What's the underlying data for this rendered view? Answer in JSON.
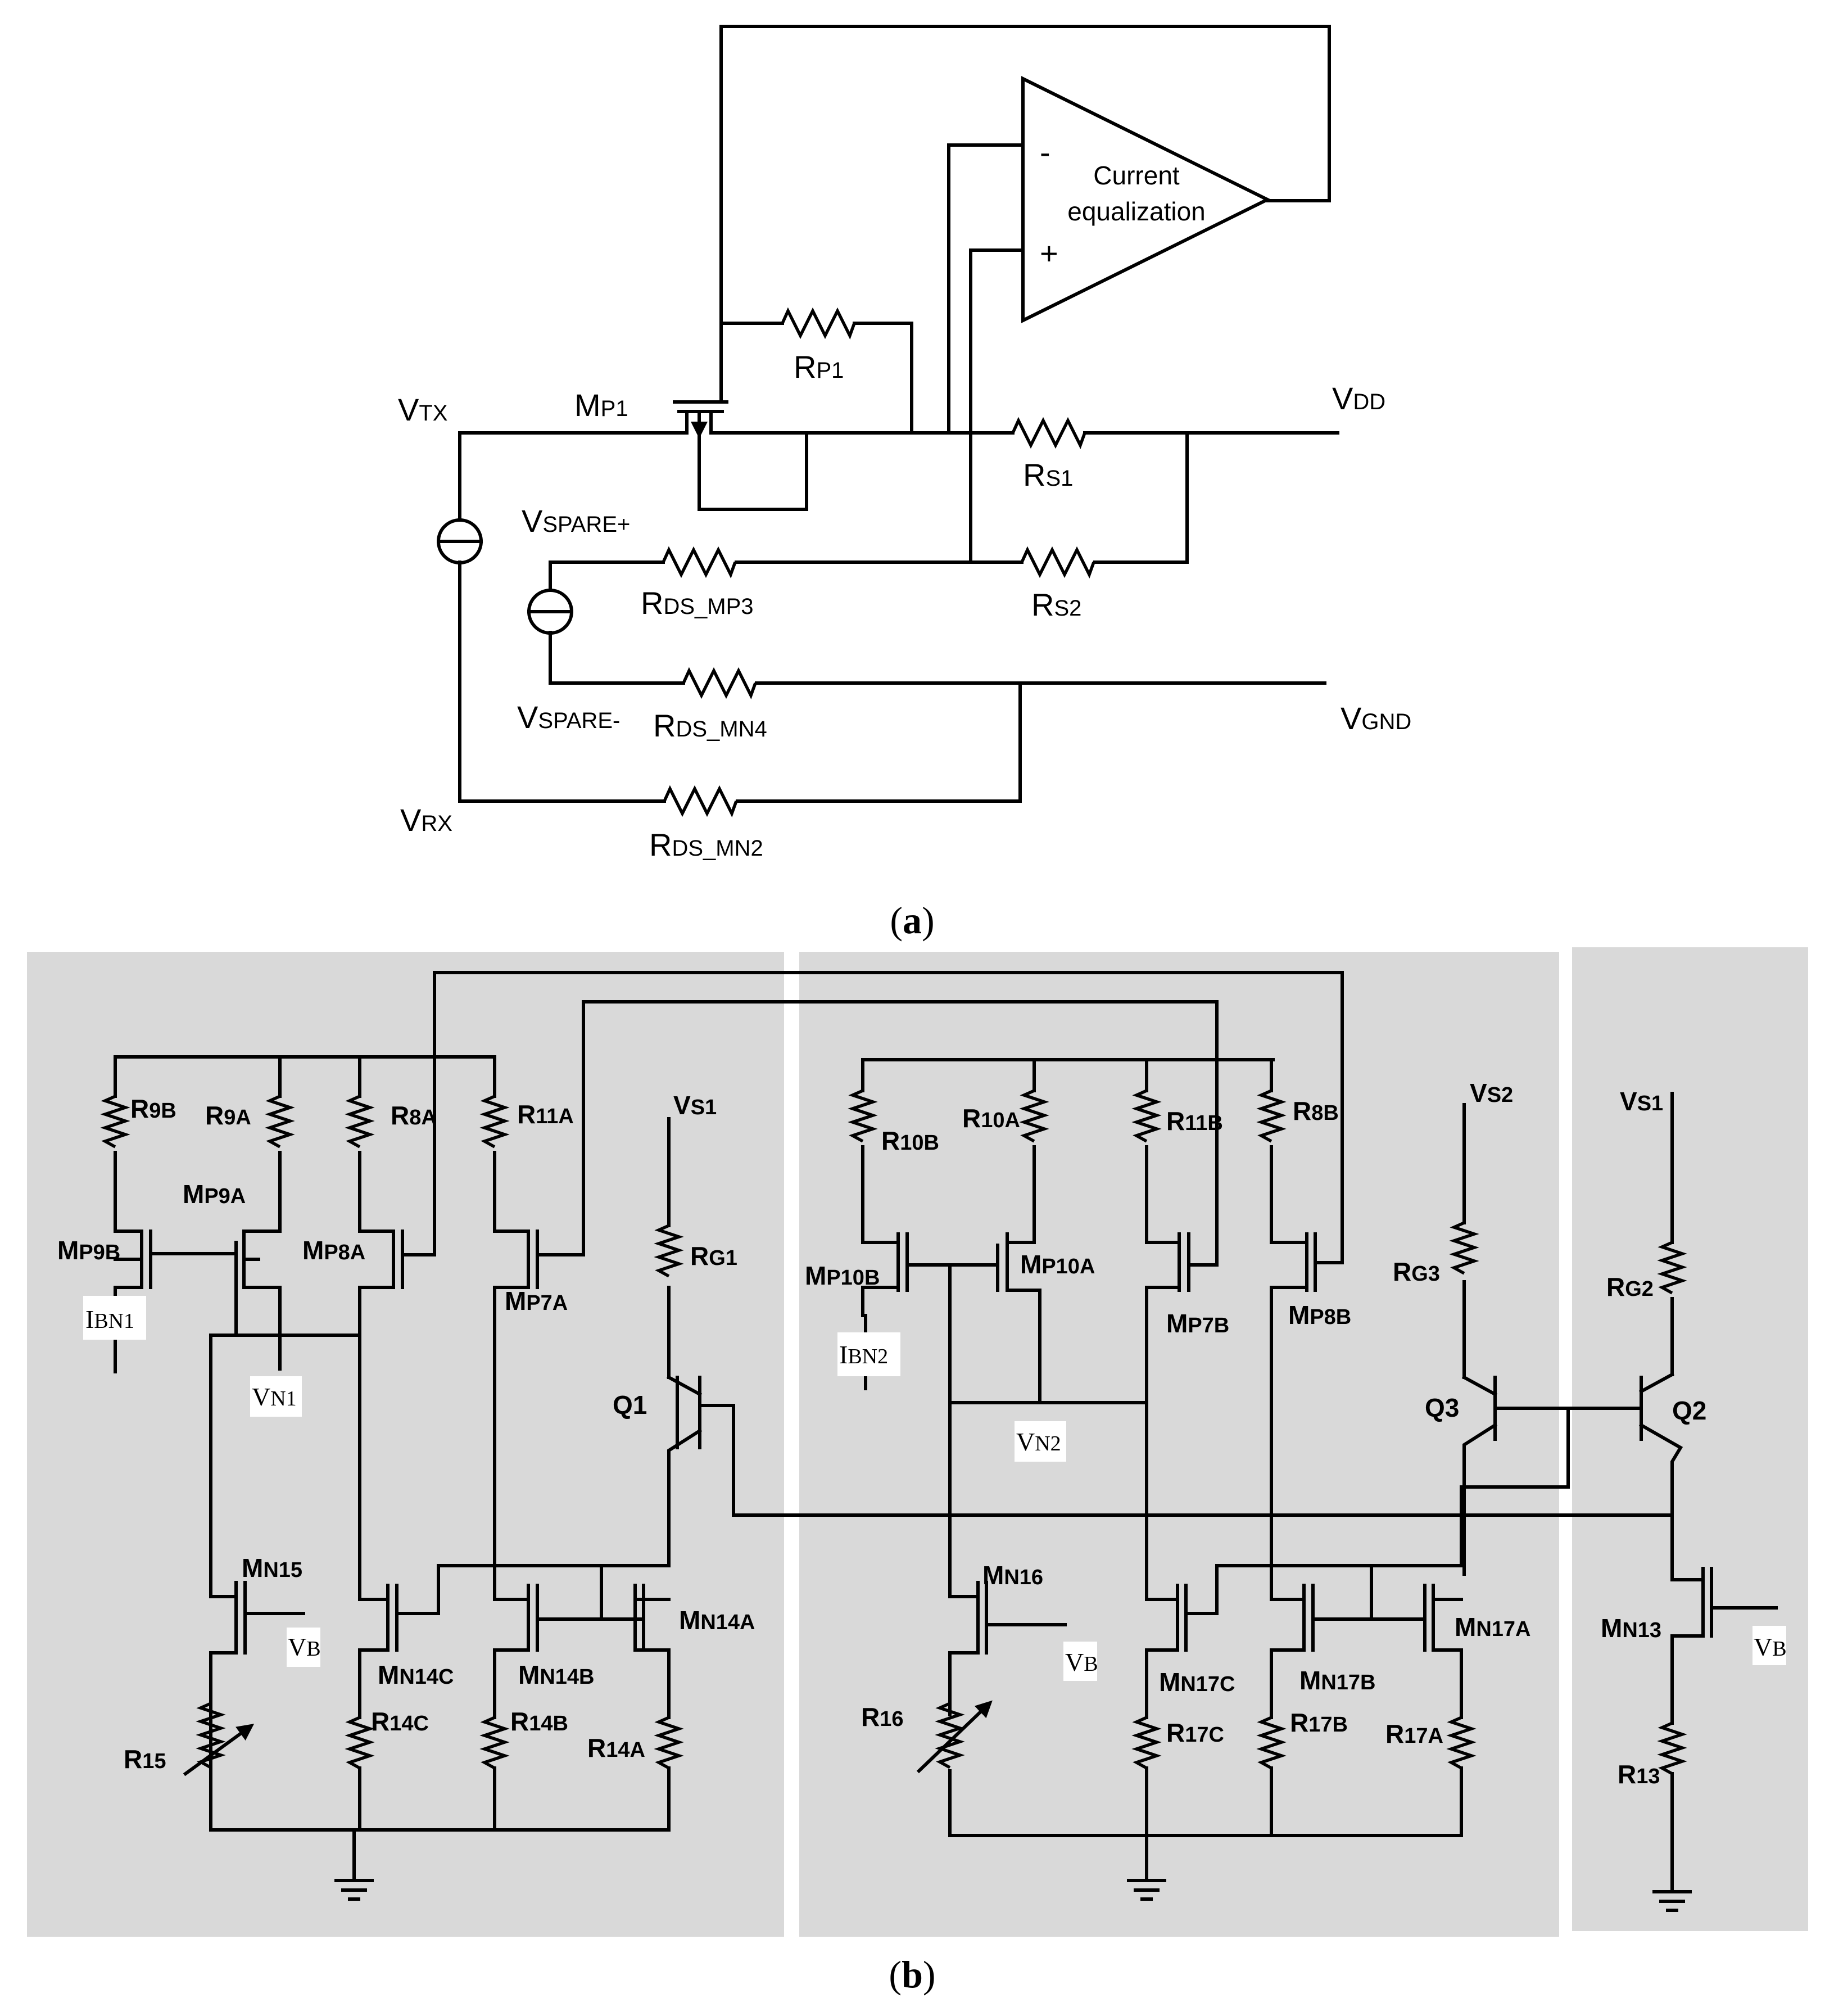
{
  "figure": {
    "panel_a": {
      "caption_open": "(",
      "caption_letter": "a",
      "caption_close": ")",
      "opamp": {
        "minus": "-",
        "plus": "+",
        "line1": "Current",
        "line2": "equalization"
      },
      "labels": {
        "vtx": [
          "V",
          "TX"
        ],
        "vrx": [
          "V",
          "RX"
        ],
        "vdd": [
          "V",
          "DD"
        ],
        "vgnd": [
          "V",
          "GND"
        ],
        "mp1": [
          "M",
          "P1"
        ],
        "rp1": [
          "R",
          "P1"
        ],
        "rs1": [
          "R",
          "S1"
        ],
        "rs2": [
          "R",
          "S2"
        ],
        "vspare_p": [
          "V",
          "SPARE+"
        ],
        "vspare_m": [
          "V",
          "SPARE-"
        ],
        "rds_mp3": [
          "R",
          "DS_MP3"
        ],
        "rds_mn4": [
          "R",
          "DS_MN4"
        ],
        "rds_mn2": [
          "R",
          "DS_MN2"
        ]
      }
    },
    "panel_b": {
      "caption_open": "(",
      "caption_letter": "b",
      "caption_close": ")",
      "labels": {
        "r9b": [
          "R",
          "9B"
        ],
        "r9a": [
          "R",
          "9A"
        ],
        "r8a": [
          "R",
          "8A"
        ],
        "r11a": [
          "R",
          "11A"
        ],
        "mp9a": [
          "M",
          "P9A"
        ],
        "mp9b": [
          "M",
          "P9B"
        ],
        "mp8a": [
          "M",
          "P8A"
        ],
        "mp7a": [
          "M",
          "P7A"
        ],
        "ibn1": [
          "I",
          "BN1"
        ],
        "vn1": [
          "V",
          "N1"
        ],
        "vs1_left": [
          "V",
          "S1"
        ],
        "rg1": [
          "R",
          "G1"
        ],
        "q1": "Q1",
        "mn15": [
          "M",
          "N15"
        ],
        "vb_left": [
          "V",
          "B"
        ],
        "mn14c": [
          "M",
          "N14C"
        ],
        "mn14b": [
          "M",
          "N14B"
        ],
        "mn14a": [
          "M",
          "N14A"
        ],
        "r15": [
          "R",
          "15"
        ],
        "r14c": [
          "R",
          "14C"
        ],
        "r14b": [
          "R",
          "14B"
        ],
        "r14a": [
          "R",
          "14A"
        ],
        "r10b": [
          "R",
          "10B"
        ],
        "r10a": [
          "R",
          "10A"
        ],
        "r11b": [
          "R",
          "11B"
        ],
        "r8b": [
          "R",
          "8B"
        ],
        "mp10b": [
          "M",
          "P10B"
        ],
        "mp10a": [
          "M",
          "P10A"
        ],
        "mp7b": [
          "M",
          "P7B"
        ],
        "mp8b": [
          "M",
          "P8B"
        ],
        "ibn2": [
          "I",
          "BN2"
        ],
        "vn2": [
          "V",
          "N2"
        ],
        "mn16": [
          "M",
          "N16"
        ],
        "vb_mid": [
          "V",
          "B"
        ],
        "mn17c": [
          "M",
          "N17C"
        ],
        "mn17b": [
          "M",
          "N17B"
        ],
        "mn17a": [
          "M",
          "N17A"
        ],
        "r16": [
          "R",
          "16"
        ],
        "r17c": [
          "R",
          "17C"
        ],
        "r17b": [
          "R",
          "17B"
        ],
        "r17a": [
          "R",
          "17A"
        ],
        "vs2": [
          "V",
          "S2"
        ],
        "rg3": [
          "R",
          "G3"
        ],
        "q3": "Q3",
        "vs1_right": [
          "V",
          "S1"
        ],
        "rg2": [
          "R",
          "G2"
        ],
        "q2": "Q2",
        "mn13": [
          "M",
          "N13"
        ],
        "vb_right": [
          "V",
          "B"
        ],
        "r13": [
          "R",
          "13"
        ]
      }
    }
  }
}
